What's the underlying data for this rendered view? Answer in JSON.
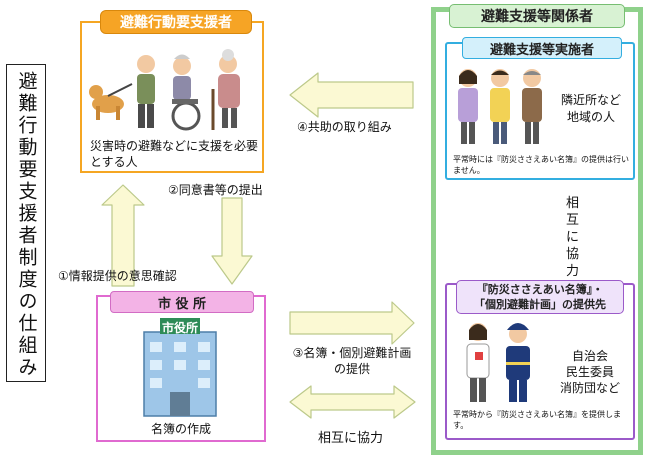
{
  "system_title": "避難行動要支援者制度の仕組み",
  "evacuee": {
    "label": "避難行動要支援者",
    "description": "災害時の避難などに支援を必要とする人"
  },
  "city_hall": {
    "label": "市 役 所",
    "building_sign": "市役所",
    "caption": "名簿の作成"
  },
  "support_parties": {
    "label": "避難支援等関係者",
    "implementers": {
      "label": "避難支援等実施者",
      "who_line1": "隣近所など",
      "who_line2": "地域の人",
      "note": "平常時には『防災ささえあい名簿』の提供は行いません。"
    },
    "recipients": {
      "label_line1": "『防災ささえあい名簿』・",
      "label_line2": "「個別避難計画」の提供先",
      "who_line1": "自治会",
      "who_line2": "民生委員",
      "who_line3": "消防団など",
      "note": "平常時から『防災ささえあい名簿』を提供します。"
    }
  },
  "arrows": {
    "step1": "①情報提供の意思確認",
    "step2": "②同意書等の提出",
    "step3_line1": "③名簿・個別避難計画",
    "step3_line2": "の提供",
    "step4": "④共助の取り組み",
    "mutual_bottom": "相互に協力",
    "mutual_vertical": "相互に協力"
  },
  "colors": {
    "arrow_fill": "#fbf9d3",
    "arrow_stroke": "#bcc98a",
    "orange": "#f6a425",
    "pink": "#f3b3e6",
    "green": "#8fd18b",
    "cyan": "#33aee0",
    "purple": "#9b5ac9"
  }
}
